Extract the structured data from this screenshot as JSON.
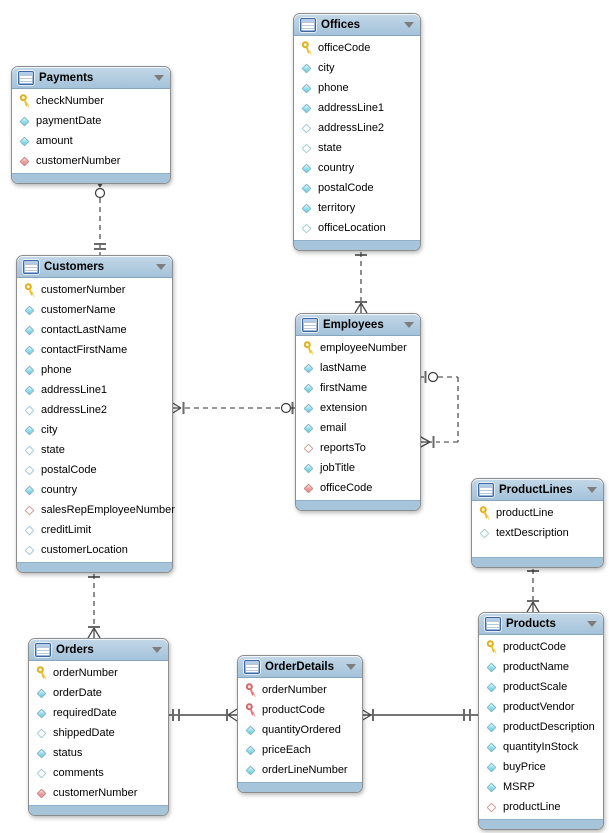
{
  "diagram_type": "EER database schema diagram",
  "colors": {
    "header_blue": "#aecbde",
    "footer_blue": "#a6c5db",
    "diamond_cyan": "#7fd4e8",
    "fk_red": "#ee9a9a",
    "key_yellow": "#eec22d",
    "line": "#333333",
    "canvas": "#ffffff"
  },
  "icons": {
    "table": "table-grid-icon",
    "collapse": "triangle-down-icon",
    "key": "yellow key = primary key column",
    "fkkey": "red key = primary key + foreign key column",
    "col": "filled cyan diamond = NOT NULL column",
    "colnull": "hollow diamond = nullable column",
    "fk": "filled red diamond = NOT NULL foreign key column",
    "fknull": "hollow red diamond = nullable foreign key column"
  },
  "tables": [
    {
      "title": "Offices",
      "fields": [
        {
          "name": "officeCode",
          "icon": "key"
        },
        {
          "name": "city",
          "icon": "col"
        },
        {
          "name": "phone",
          "icon": "col"
        },
        {
          "name": "addressLine1",
          "icon": "col"
        },
        {
          "name": "addressLine2",
          "icon": "colnull"
        },
        {
          "name": "state",
          "icon": "colnull"
        },
        {
          "name": "country",
          "icon": "col"
        },
        {
          "name": "postalCode",
          "icon": "col"
        },
        {
          "name": "territory",
          "icon": "col"
        },
        {
          "name": "officeLocation",
          "icon": "colnull"
        }
      ]
    },
    {
      "title": "Payments",
      "fields": [
        {
          "name": "checkNumber",
          "icon": "key"
        },
        {
          "name": "paymentDate",
          "icon": "col"
        },
        {
          "name": "amount",
          "icon": "col"
        },
        {
          "name": "customerNumber",
          "icon": "fk"
        }
      ]
    },
    {
      "title": "Customers",
      "fields": [
        {
          "name": "customerNumber",
          "icon": "key"
        },
        {
          "name": "customerName",
          "icon": "col"
        },
        {
          "name": "contactLastName",
          "icon": "col"
        },
        {
          "name": "contactFirstName",
          "icon": "col"
        },
        {
          "name": "phone",
          "icon": "col"
        },
        {
          "name": "addressLine1",
          "icon": "col"
        },
        {
          "name": "addressLine2",
          "icon": "colnull"
        },
        {
          "name": "city",
          "icon": "col"
        },
        {
          "name": "state",
          "icon": "colnull"
        },
        {
          "name": "postalCode",
          "icon": "colnull"
        },
        {
          "name": "country",
          "icon": "col"
        },
        {
          "name": "salesRepEmployeeNumber",
          "icon": "fknull"
        },
        {
          "name": "creditLimit",
          "icon": "colnull"
        },
        {
          "name": "customerLocation",
          "icon": "colnull"
        }
      ]
    },
    {
      "title": "Employees",
      "fields": [
        {
          "name": "employeeNumber",
          "icon": "key"
        },
        {
          "name": "lastName",
          "icon": "col"
        },
        {
          "name": "firstName",
          "icon": "col"
        },
        {
          "name": "extension",
          "icon": "col"
        },
        {
          "name": "email",
          "icon": "col"
        },
        {
          "name": "reportsTo",
          "icon": "fknull"
        },
        {
          "name": "jobTitle",
          "icon": "col"
        },
        {
          "name": "officeCode",
          "icon": "fk"
        }
      ]
    },
    {
      "title": "ProductLines",
      "fields": [
        {
          "name": "productLine",
          "icon": "key"
        },
        {
          "name": "textDescription",
          "icon": "colnull"
        }
      ]
    },
    {
      "title": "Products",
      "fields": [
        {
          "name": "productCode",
          "icon": "key"
        },
        {
          "name": "productName",
          "icon": "col"
        },
        {
          "name": "productScale",
          "icon": "col"
        },
        {
          "name": "productVendor",
          "icon": "col"
        },
        {
          "name": "productDescription",
          "icon": "col"
        },
        {
          "name": "quantityInStock",
          "icon": "col"
        },
        {
          "name": "buyPrice",
          "icon": "col"
        },
        {
          "name": "MSRP",
          "icon": "col"
        },
        {
          "name": "productLine",
          "icon": "fknull"
        }
      ]
    },
    {
      "title": "Orders",
      "fields": [
        {
          "name": "orderNumber",
          "icon": "key"
        },
        {
          "name": "orderDate",
          "icon": "col"
        },
        {
          "name": "requiredDate",
          "icon": "col"
        },
        {
          "name": "shippedDate",
          "icon": "colnull"
        },
        {
          "name": "status",
          "icon": "col"
        },
        {
          "name": "comments",
          "icon": "colnull"
        },
        {
          "name": "customerNumber",
          "icon": "fk"
        }
      ]
    },
    {
      "title": "OrderDetails",
      "fields": [
        {
          "name": "orderNumber",
          "icon": "fkkey"
        },
        {
          "name": "productCode",
          "icon": "fkkey"
        },
        {
          "name": "quantityOrdered",
          "icon": "col"
        },
        {
          "name": "priceEach",
          "icon": "col"
        },
        {
          "name": "orderLineNumber",
          "icon": "col"
        }
      ]
    }
  ],
  "relationships": [
    {
      "id": "payments-customers",
      "tables": [
        "Payments",
        "Customers"
      ],
      "line": "dashed",
      "payments_end": "zero-or-many (crow's foot + circle)",
      "customers_end": "exactly-one (double bar)"
    },
    {
      "id": "customers-employees",
      "tables": [
        "Customers",
        "Employees"
      ],
      "line": "dashed",
      "customers_end": "many (crow's foot + bar)",
      "employees_end": "zero-or-one (circle + bar)"
    },
    {
      "id": "offices-employees",
      "tables": [
        "Offices",
        "Employees"
      ],
      "line": "dashed",
      "offices_end": "exactly-one (double bar)",
      "employees_end": "one-or-many (bar + crow's foot)"
    },
    {
      "id": "customers-orders",
      "tables": [
        "Customers",
        "Orders"
      ],
      "line": "dashed",
      "customers_end": "exactly-one (double bar)",
      "orders_end": "one-or-many (bar + crow's foot)"
    },
    {
      "id": "productlines-products",
      "tables": [
        "ProductLines",
        "Products"
      ],
      "line": "dashed",
      "productlines_end": "exactly-one (double bar)",
      "products_end": "one-or-many (bar + crow's foot)"
    },
    {
      "id": "orders-orderdetails",
      "tables": [
        "Orders",
        "OrderDetails"
      ],
      "line": "solid",
      "orders_end": "exactly-one (double bar)",
      "orderdetails_end": "one-or-many (bar + crow's foot)"
    },
    {
      "id": "orderdetails-products",
      "tables": [
        "OrderDetails",
        "Products"
      ],
      "line": "solid",
      "products_end": "exactly-one (double bar)",
      "orderdetails_end": "one-or-many (bar + crow's foot)"
    },
    {
      "id": "employees-employees-self",
      "tables": [
        "Employees",
        "Employees"
      ],
      "line": "dashed",
      "parent_end": "zero-or-one (bar + circle)",
      "child_end": "many (crow's foot + bar)"
    }
  ]
}
